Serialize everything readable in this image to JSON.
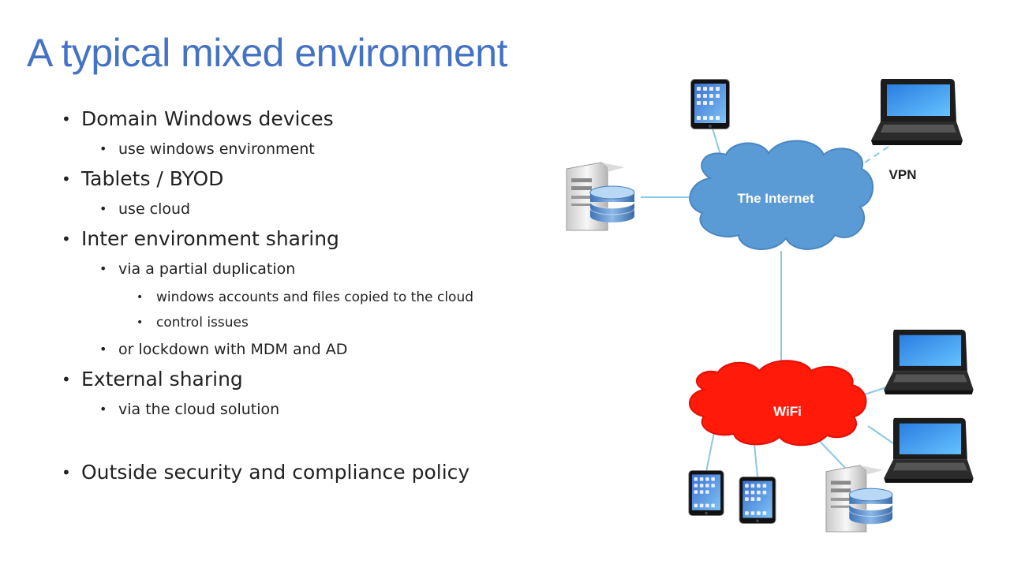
{
  "slide": {
    "title": "A typical mixed environment",
    "bullets": [
      {
        "level": 1,
        "text": "Domain Windows devices"
      },
      {
        "level": 2,
        "text": "use windows environment"
      },
      {
        "level": 1,
        "text": "Tablets / BYOD"
      },
      {
        "level": 2,
        "text": "use cloud"
      },
      {
        "level": 1,
        "text": "Inter environment sharing"
      },
      {
        "level": 2,
        "text": "via a partial duplication"
      },
      {
        "level": 3,
        "text": "windows accounts and files copied to the cloud"
      },
      {
        "level": 3,
        "text": "control issues"
      },
      {
        "level": 2,
        "text": "or lockdown with MDM and AD"
      },
      {
        "level": 1,
        "text": "External sharing"
      },
      {
        "level": 2,
        "text": "via the cloud solution"
      },
      {
        "level": 1,
        "text": "Outside security and compliance policy"
      }
    ]
  },
  "diagram": {
    "internet_label": "The Internet",
    "vpn_label": "VPN",
    "wifi_label": "WiFi",
    "colors": {
      "internet_cloud": "#5b9bd5",
      "wifi_cloud": "#ff1a0a",
      "links": "#8ec6e6",
      "title": "#4472c4"
    }
  }
}
